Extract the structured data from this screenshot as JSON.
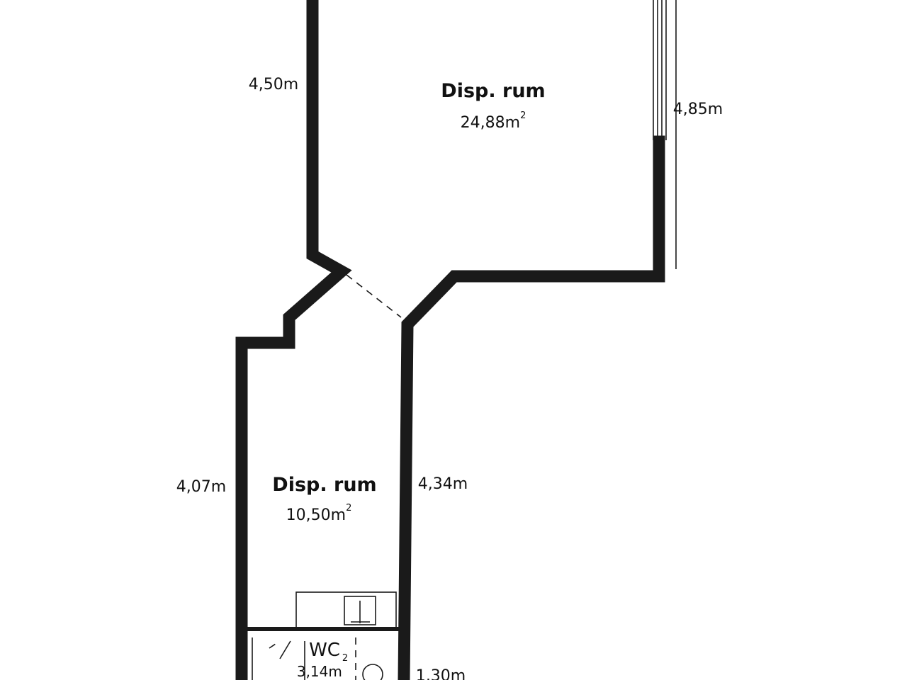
{
  "rooms": [
    {
      "name": "Disp. rum",
      "area": "24,88m",
      "area_unit_sup": "2"
    },
    {
      "name": "Disp. rum",
      "area": "10,50m",
      "area_unit_sup": "2"
    },
    {
      "name": "WC",
      "area": "3,14m",
      "area_unit_sup": "2"
    }
  ],
  "dimensions": {
    "upper_left_wall": "4,50m",
    "upper_right_wall": "4,85m",
    "lower_left_wall": "4,07m",
    "lower_right_wall": "4,34m",
    "wc_right_wall": "1,30m"
  },
  "colors": {
    "wall": "#1a1a1a",
    "background": "#ffffff"
  }
}
